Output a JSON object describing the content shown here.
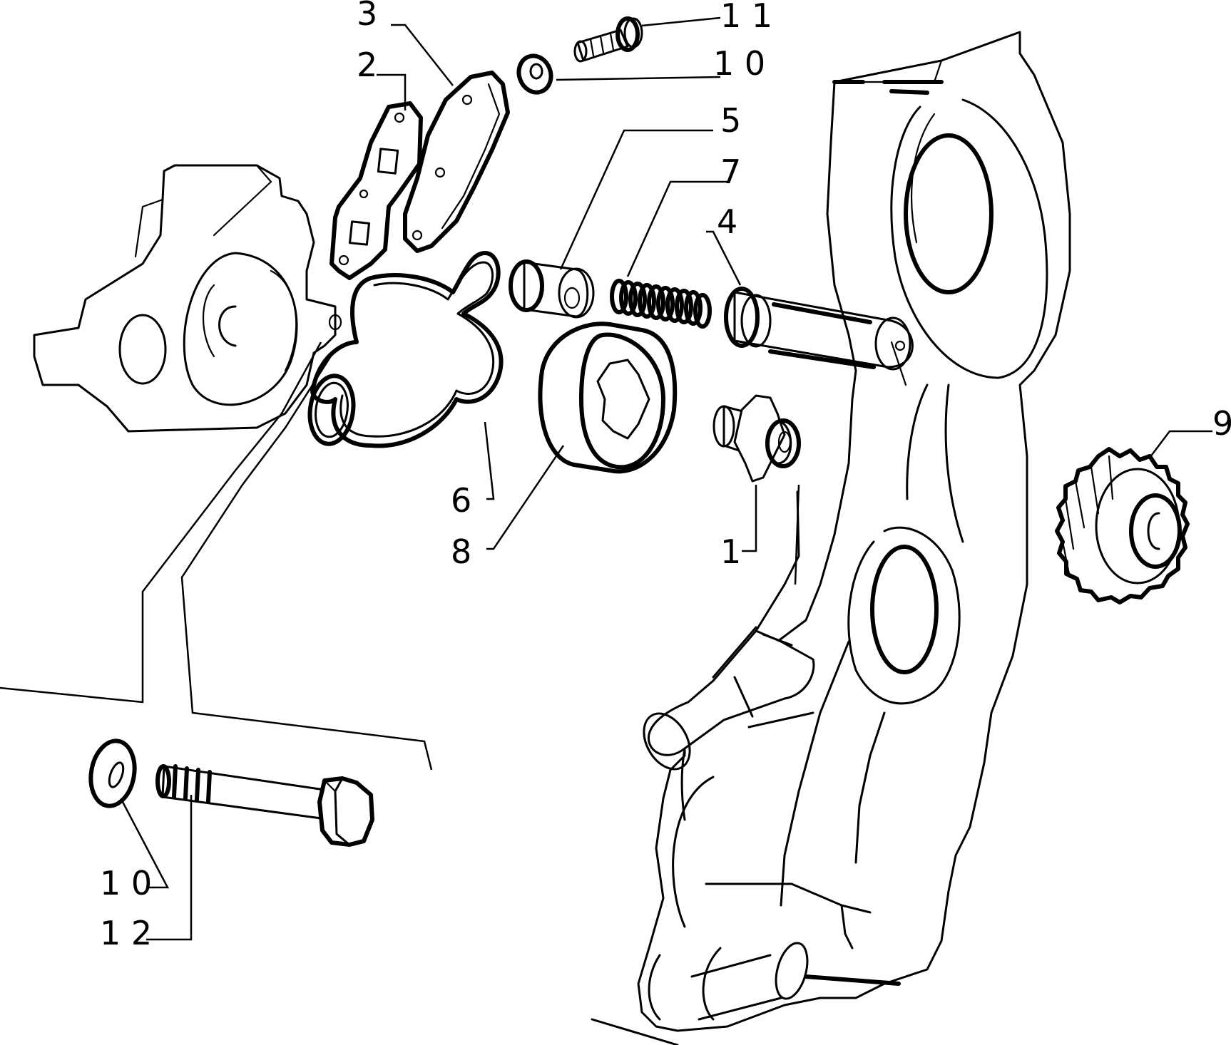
{
  "callouts": {
    "c1": "1",
    "c2": "2",
    "c3": "3",
    "c4": "4",
    "c5": "5",
    "c6": "6",
    "c7": "7",
    "c8": "8",
    "c9": "9",
    "c10_top": "1 0",
    "c10_bottom": "1 0",
    "c11": "1 1",
    "c12": "1 2"
  }
}
